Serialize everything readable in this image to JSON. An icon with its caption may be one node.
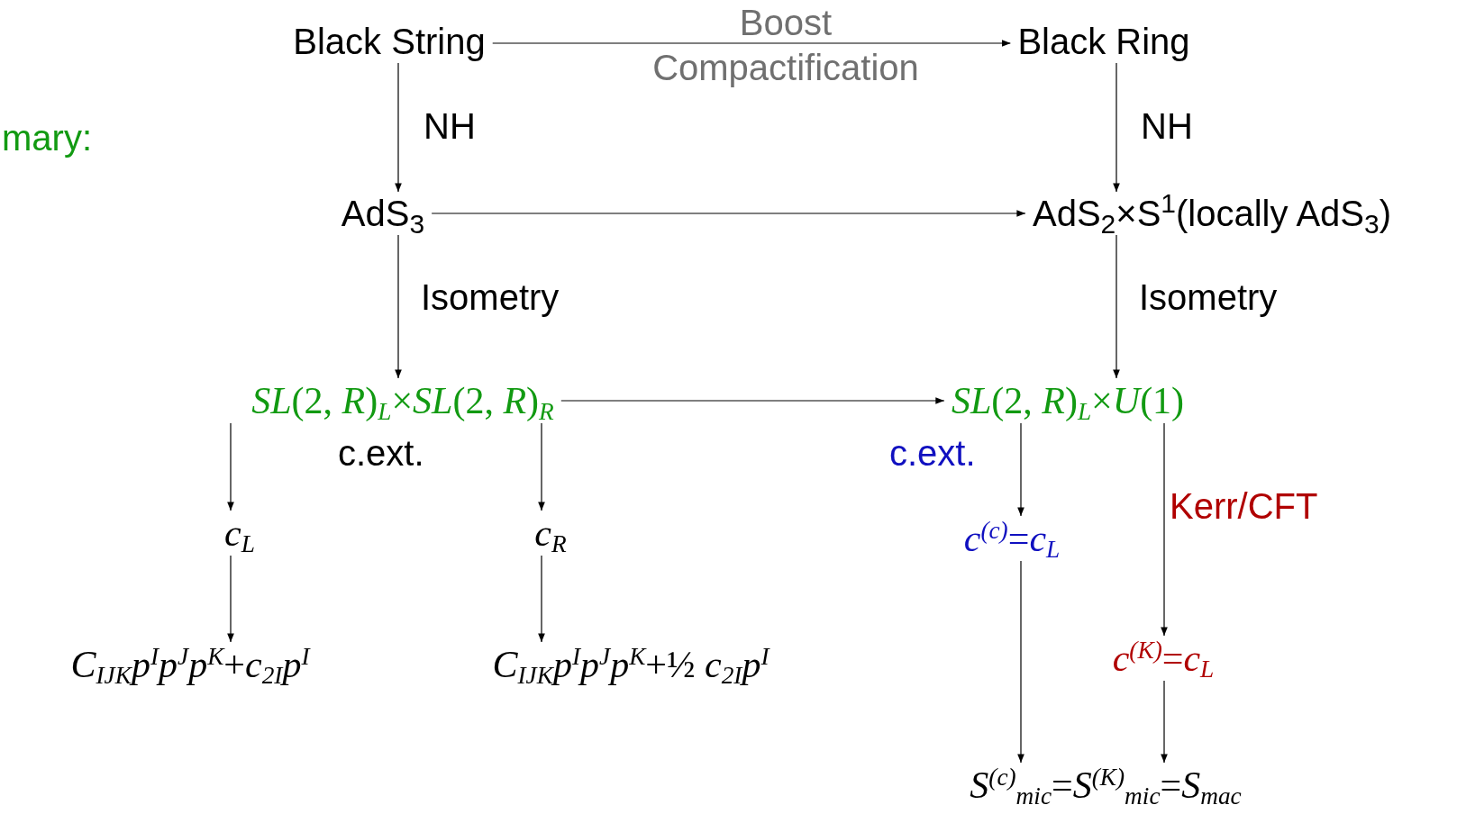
{
  "diagram": {
    "nodes": [
      {
        "text": [
          "Black String"
        ]
      },
      {
        "text": [
          "Black Ring"
        ]
      },
      {
        "text": [
          "AdS$_{3}$"
        ]
      },
      {
        "text": [
          "AdS$_{2}$×S$^{1}$(locally AdS$_{3}$)"
        ]
      },
      {
        "text": [
          "*SL*(2, *R*)$_{L}$×*SL*(2, *R*)$_{R}$"
        ]
      },
      {
        "text": [
          "*SL*(2, *R*)$_{L}$×*U*(1)"
        ]
      },
      {
        "text": [
          "*c*$_{L}$"
        ]
      },
      {
        "text": [
          "*c*$_{R}$"
        ]
      },
      {
        "text": [
          "*C*$_{IJK}$*p*$^{I}$*p*$^{J}$*p*$^{K}$+*c*$_{2I}$*p*$^{I}$"
        ]
      },
      {
        "text": [
          "*C*$_{IJK}$*p*$^{I}$*p*$^{J}$*p*$^{K}$+½ *c*$_{2I}$*p*$^{I}$"
        ]
      },
      {
        "text": [
          "*c*$^{(c)}$=*c*$_{L}$"
        ]
      },
      {
        "text": [
          "*c*$^{(K)}$=*c*$_{L}$"
        ]
      },
      {
        "text": [
          "*S*$^{(c)}$$_{mic}$=*S*$^{(K)}$$_{mic}$=*S*$_{mac}$"
        ]
      }
    ],
    "edges": [
      {
        "from": 0,
        "to": 1,
        "arrow": "to",
        "label": "Boost Compactification"
      },
      {
        "from": 0,
        "to": 2,
        "arrow": "to",
        "label": "NH"
      },
      {
        "from": 1,
        "to": 3,
        "arrow": "to",
        "label": "NH"
      },
      {
        "from": 2,
        "to": 3,
        "arrow": "to"
      },
      {
        "from": 2,
        "to": 4,
        "arrow": "to",
        "label": "Isometry"
      },
      {
        "from": 3,
        "to": 5,
        "arrow": "to",
        "label": "Isometry"
      },
      {
        "from": 4,
        "to": 5,
        "arrow": "to"
      },
      {
        "from": 4,
        "to": 6,
        "arrow": "to"
      },
      {
        "from": 4,
        "to": 7,
        "arrow": "to"
      },
      {
        "from": 5,
        "to": 10,
        "arrow": "to"
      },
      {
        "from": 5,
        "to": 11,
        "arrow": "to",
        "label": "Kerr/CFT"
      },
      {
        "from": 6,
        "to": 8,
        "arrow": "to"
      },
      {
        "from": 7,
        "to": 9,
        "arrow": "to"
      },
      {
        "from": 10,
        "to": 12,
        "arrow": "to"
      },
      {
        "from": 11,
        "to": 12,
        "arrow": "to"
      }
    ],
    "labels": [
      "mary:",
      "c.ext.",
      "c.ext."
    ]
  }
}
